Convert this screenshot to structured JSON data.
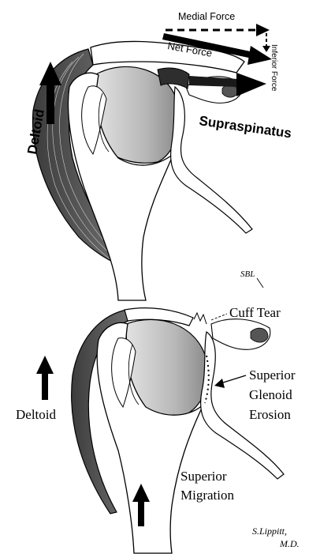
{
  "top_panel": {
    "medial_force": "Medial Force",
    "inferior_force": "Inferior Force",
    "net_force": "Net Force",
    "deltoid": "Deltoid",
    "supraspinatus": "Supraspinatus",
    "signature": "SBL"
  },
  "bottom_panel": {
    "cuff_tear": "Cuff Tear",
    "deltoid": "Deltoid",
    "superior": "Superior",
    "glenoid": "Glenoid",
    "erosion": "Erosion",
    "migration_superior": "Superior",
    "migration": "Migration",
    "signature_line1": "S.Lippitt,",
    "signature_line2": "M.D."
  },
  "colors": {
    "ink": "#000000",
    "muscle_dark": "#4a4a4a",
    "cartilage": "#bdbdbd",
    "bone": "#ffffff"
  }
}
